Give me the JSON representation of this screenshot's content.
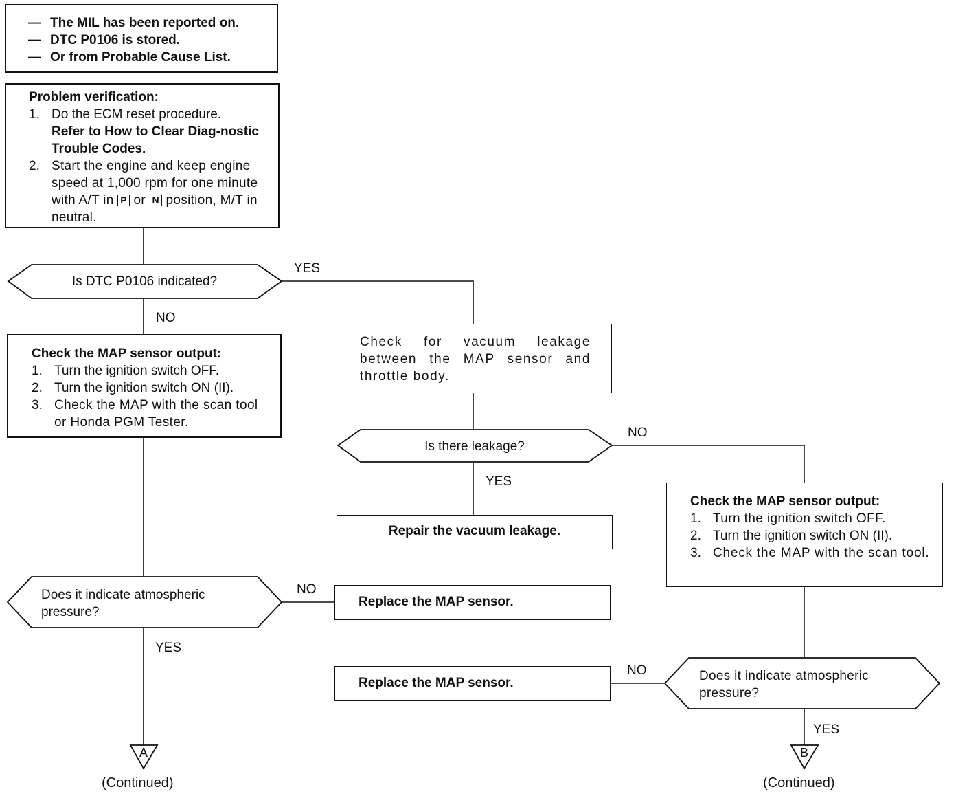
{
  "start_box": {
    "lines": [
      {
        "dash": "—",
        "text": "The MIL has been reported on."
      },
      {
        "dash": "—",
        "text": "DTC P0106 is stored."
      },
      {
        "dash": "—",
        "text": "Or from Probable Cause List."
      }
    ]
  },
  "verification_box": {
    "title": "Problem verification:",
    "step1_num": "1.",
    "step1_text": "Do the ECM reset procedure.",
    "step1_bold": "Refer to How to Clear Diag-nostic Trouble Codes.",
    "step2_num": "2.",
    "step2_text_a": "Start the engine and keep engine speed at 1,000 rpm for one minute with A/T in",
    "key_p": "P",
    "step2_text_b": "or",
    "key_n": "N",
    "step2_text_c": "position, M/T in neutral."
  },
  "decision1": {
    "text": "Is DTC P0106 indicated?"
  },
  "label_yes_1": "YES",
  "label_no_1": "NO",
  "map_check_left": {
    "title": "Check the MAP sensor output:",
    "steps": [
      {
        "num": "1.",
        "text": "Turn the ignition switch OFF."
      },
      {
        "num": "2.",
        "text": "Turn the ignition switch ON (II)."
      },
      {
        "num": "3.",
        "text": "Check the MAP with the scan tool or Honda PGM Tester."
      }
    ]
  },
  "vacuum_box": {
    "text": "Check for vacuum leakage between the MAP sensor and throttle body."
  },
  "decision_leak": {
    "text": "Is there leakage?"
  },
  "label_no_leak": "NO",
  "label_yes_leak": "YES",
  "repair_box": {
    "text": "Repair the vacuum leakage."
  },
  "map_check_right": {
    "title": "Check the MAP sensor output:",
    "steps": [
      {
        "num": "1.",
        "text": "Turn the ignition switch OFF."
      },
      {
        "num": "2.",
        "text": "Turn the ignition switch ON (II)."
      },
      {
        "num": "3.",
        "text": "Check the MAP with the scan tool."
      }
    ]
  },
  "decision_atm_left": {
    "text": "Does it indicate atmospheric pressure?"
  },
  "label_no_atm_left": "NO",
  "label_yes_atm_left": "YES",
  "replace_box_1": {
    "text": "Replace the MAP sensor."
  },
  "replace_box_2": {
    "text": "Replace the MAP sensor."
  },
  "decision_atm_right": {
    "text": "Does it indicate atmospheric pressure?"
  },
  "label_no_atm_right": "NO",
  "label_yes_atm_right": "YES",
  "connector_a": {
    "letter": "A",
    "caption": "(Continued)"
  },
  "connector_b": {
    "letter": "B",
    "caption": "(Continued)"
  }
}
